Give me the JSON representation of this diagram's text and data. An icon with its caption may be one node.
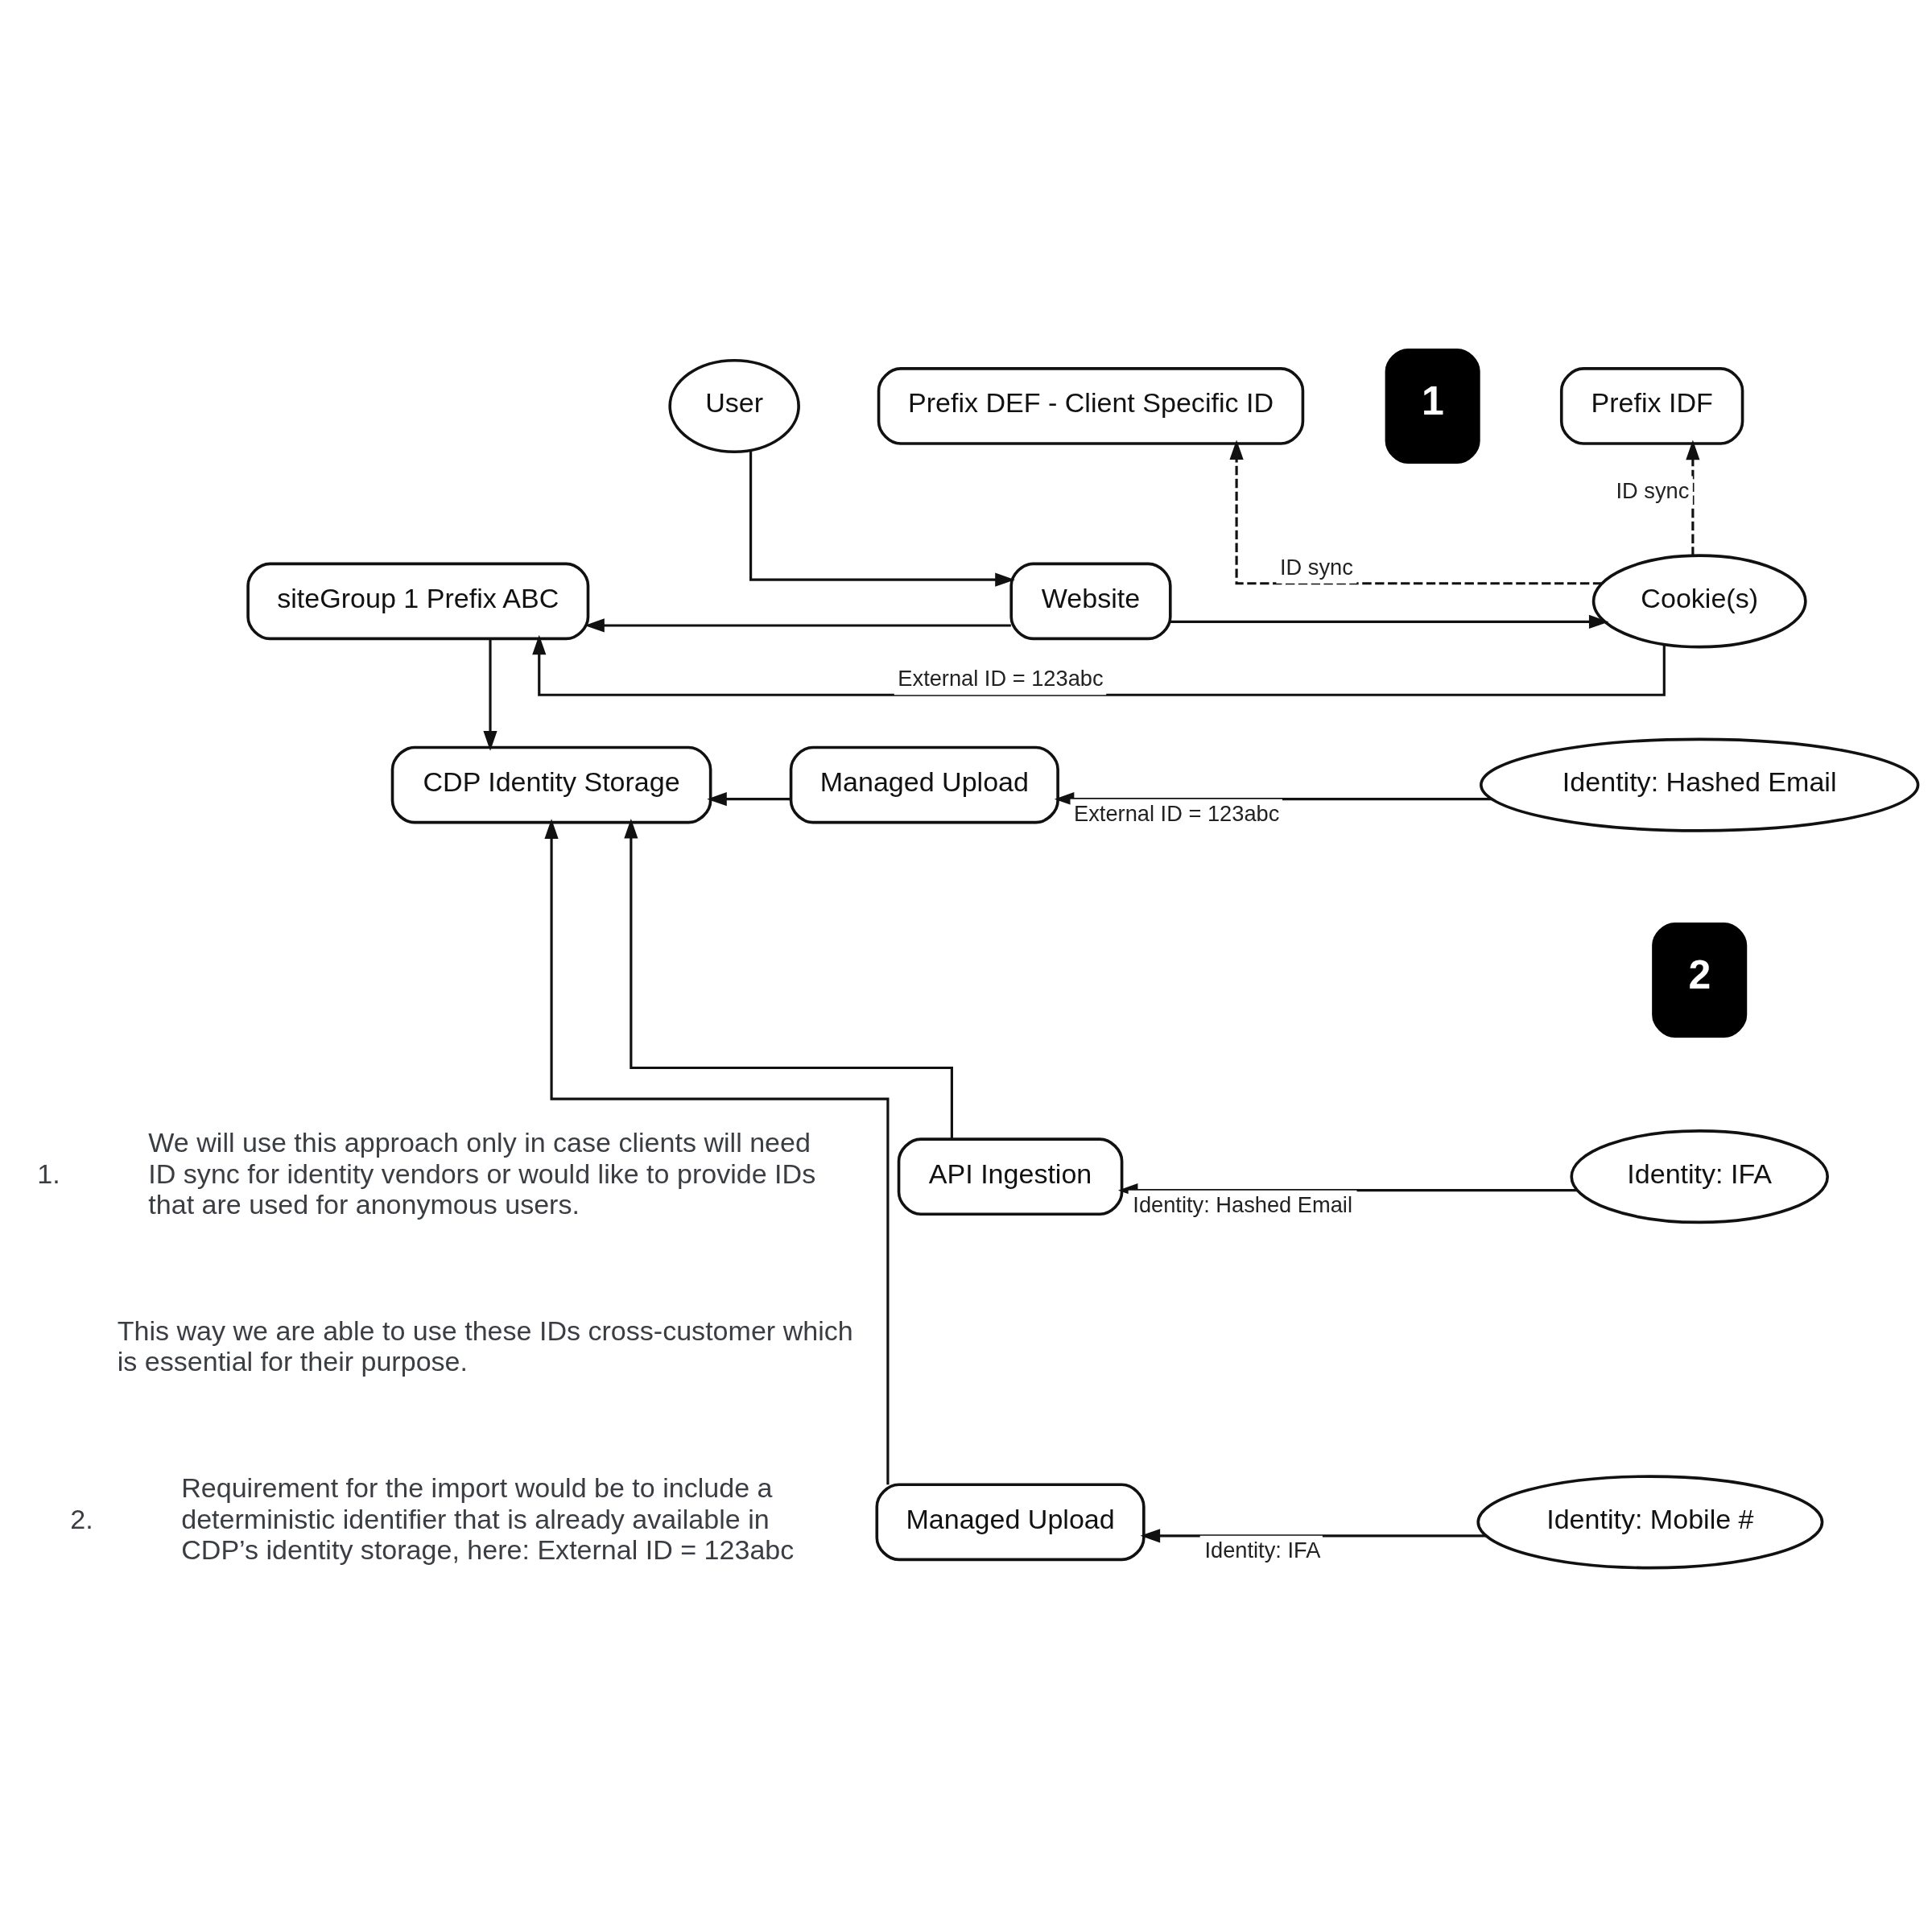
{
  "diagram": {
    "nodes": [
      {
        "text": [
          "User"
        ]
      },
      {
        "text": [
          "Prefix DEF - Client Specific ID"
        ]
      },
      {
        "text": [
          "Prefix IDF"
        ]
      },
      {
        "text": [
          "siteGroup 1 Prefix ABC"
        ]
      },
      {
        "text": [
          "Website"
        ]
      },
      {
        "text": [
          "Cookie(s)"
        ]
      },
      {
        "text": [
          "CDP Identity Storage"
        ]
      },
      {
        "text": [
          "Managed Upload"
        ]
      },
      {
        "text": [
          "Identity: Hashed Email"
        ]
      },
      {
        "text": [
          "API Ingestion"
        ]
      },
      {
        "text": [
          "Identity: IFA"
        ]
      },
      {
        "text": [
          "Managed Upload"
        ]
      },
      {
        "text": [
          "Identity: Mobile #"
        ]
      }
    ],
    "edges": [
      {
        "from": 0,
        "to": 4,
        "arrow": "to"
      },
      {
        "from": 5,
        "to": 1,
        "arrow": "to",
        "label": "ID sync",
        "style": "dashed"
      },
      {
        "from": 5,
        "to": 2,
        "arrow": "to",
        "label": "ID sync",
        "style": "dashed"
      },
      {
        "from": 4,
        "to": 3,
        "arrow": "to"
      },
      {
        "from": 4,
        "to": 5,
        "arrow": "to"
      },
      {
        "from": 5,
        "to": 3,
        "arrow": "to",
        "label": "External ID = 123abc"
      },
      {
        "from": 3,
        "to": 6,
        "arrow": "to"
      },
      {
        "from": 8,
        "to": 7,
        "arrow": "to",
        "label": "External ID = 123abc"
      },
      {
        "from": 7,
        "to": 6,
        "arrow": "to"
      },
      {
        "from": 10,
        "to": 9,
        "arrow": "to",
        "label": "Identity: Hashed Email"
      },
      {
        "from": 9,
        "to": 6,
        "arrow": "to"
      },
      {
        "from": 12,
        "to": 11,
        "arrow": "to",
        "label": "Identity: IFA"
      },
      {
        "from": 11,
        "to": 6,
        "arrow": "to"
      }
    ],
    "labels": [
      "1",
      "2",
      "1.",
      "We will use this approach only in case clients will need ID sync for identity vendors or would like to provide IDs that are used for anonymous users.",
      "This way we are able to use these IDs cross-customer which is essential for their purpose.",
      "2.",
      "Requirement for the import would be to include a deterministic identifier that is already available in CDP’s identity storage, here: External ID = 123abc"
    ]
  }
}
